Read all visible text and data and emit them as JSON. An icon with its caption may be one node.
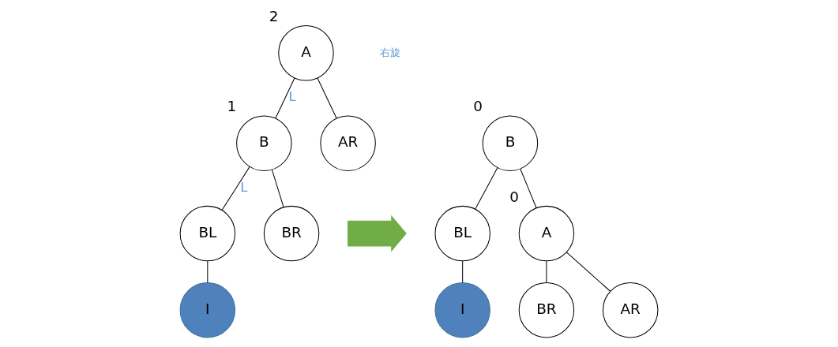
{
  "diagram": {
    "nodes": [
      {
        "text": [
          "A"
        ],
        "beside": [
          "2"
        ]
      },
      {
        "text": [
          "B"
        ],
        "beside": [
          "1"
        ]
      },
      {
        "text": [
          "AR"
        ]
      },
      {
        "text": [
          "BL"
        ]
      },
      {
        "text": [
          "BR"
        ]
      },
      {
        "text": [
          "I"
        ]
      },
      {
        "text": [],
        "shape": "arrow"
      },
      {
        "text": [
          "B"
        ],
        "beside": [
          "0"
        ]
      },
      {
        "text": [
          "BL"
        ]
      },
      {
        "text": [
          "A"
        ],
        "beside": [
          "0"
        ]
      },
      {
        "text": [
          "I"
        ]
      },
      {
        "text": [
          "BR"
        ]
      },
      {
        "text": [
          "AR"
        ]
      }
    ],
    "edges": [
      {
        "from": 0,
        "to": 1,
        "arrow": "none",
        "label": "L"
      },
      {
        "from": 0,
        "to": 2,
        "arrow": "none"
      },
      {
        "from": 1,
        "to": 3,
        "arrow": "none",
        "label": "L"
      },
      {
        "from": 1,
        "to": 4,
        "arrow": "none"
      },
      {
        "from": 3,
        "to": 5,
        "arrow": "none"
      },
      {
        "from": 7,
        "to": 8,
        "arrow": "none"
      },
      {
        "from": 7,
        "to": 9,
        "arrow": "none"
      },
      {
        "from": 8,
        "to": 10,
        "arrow": "none"
      },
      {
        "from": 9,
        "to": 11,
        "arrow": "none"
      },
      {
        "from": 9,
        "to": 12,
        "arrow": "none"
      }
    ],
    "labels": [
      "右旋"
    ]
  }
}
